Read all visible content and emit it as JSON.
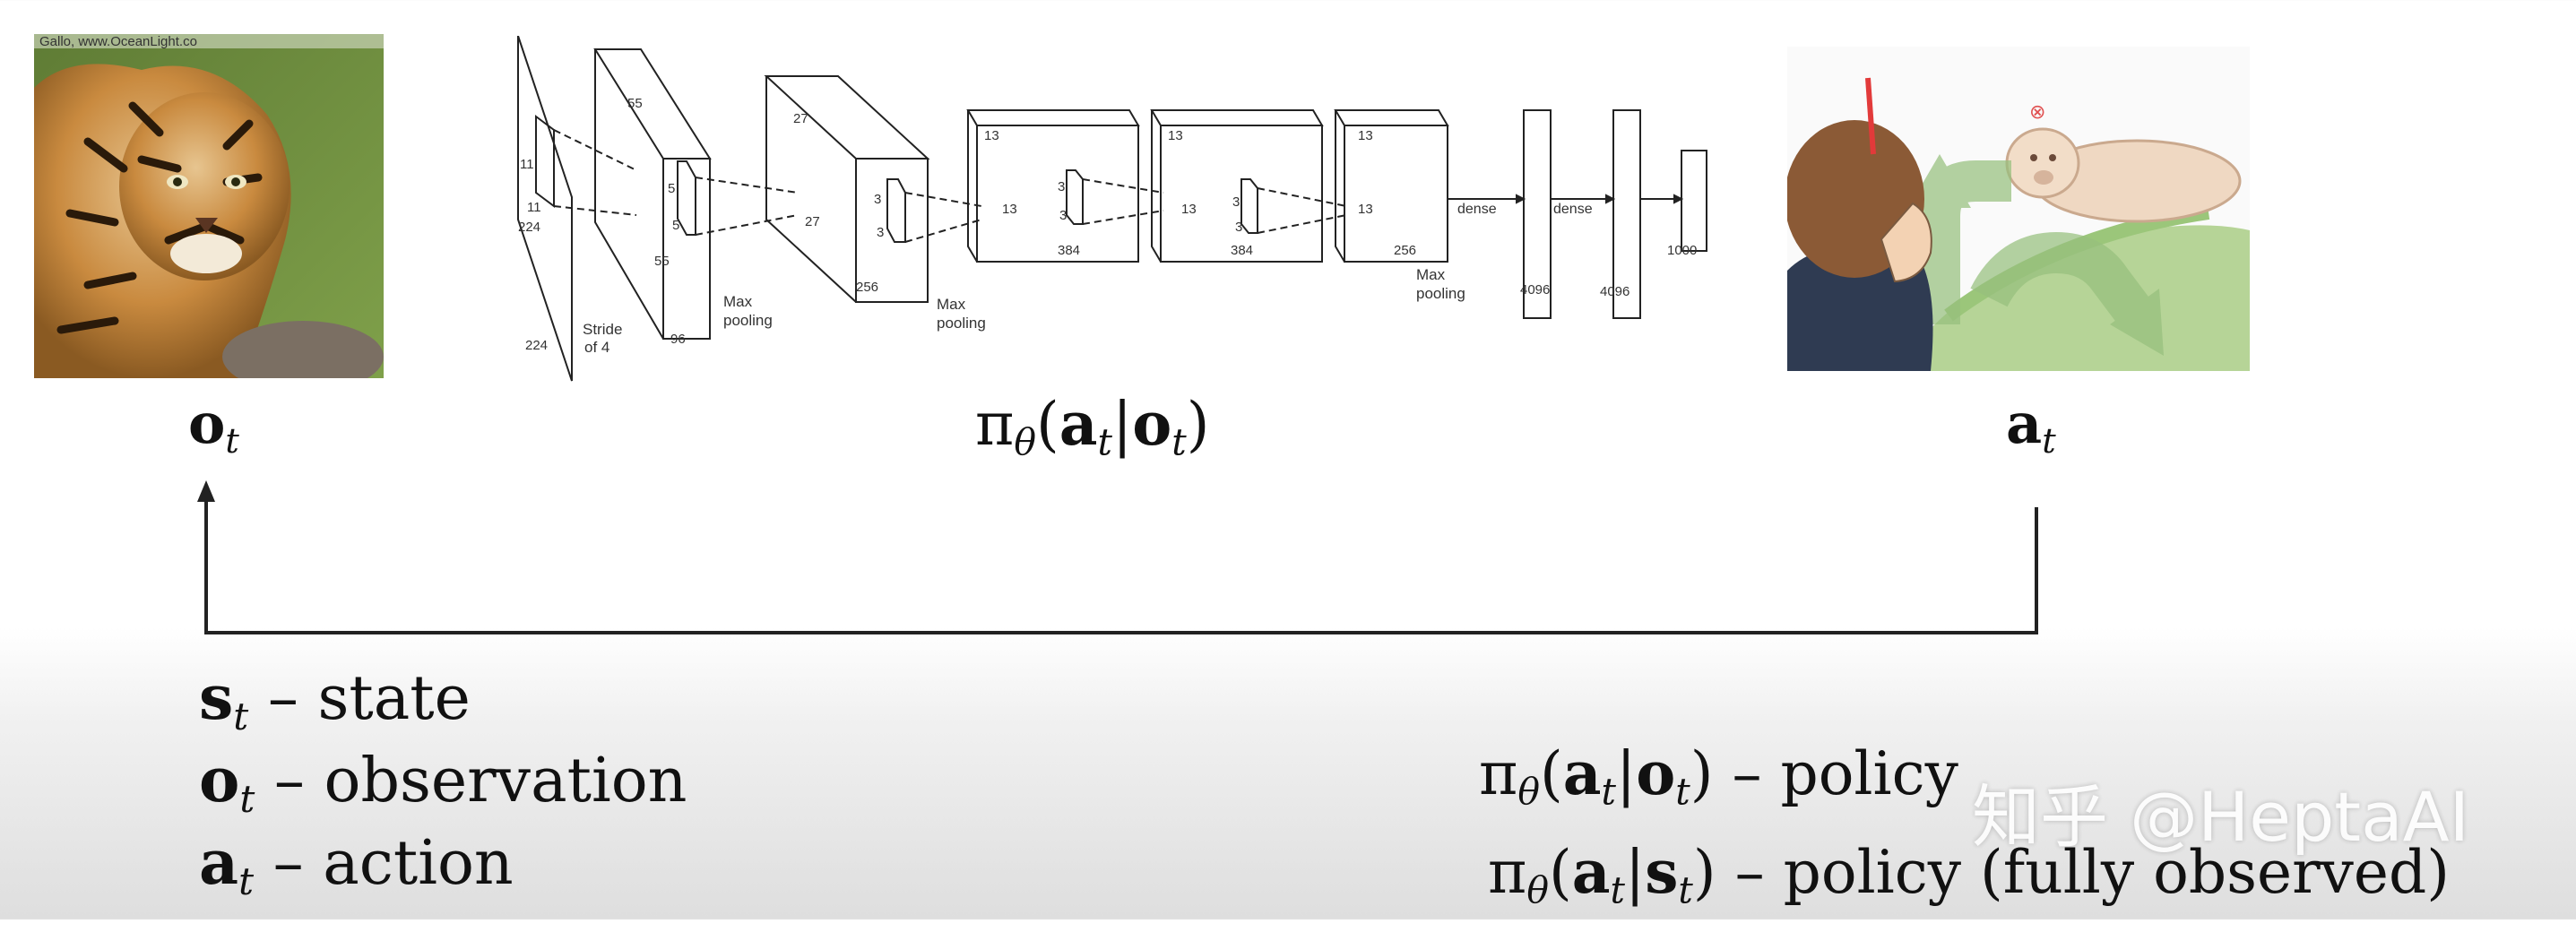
{
  "diagram": {
    "image_observation": {
      "caption_glyph": "o",
      "caption_sub": "t",
      "watermark_text": "Gallo, www.OceanLight.co"
    },
    "image_action": {
      "caption_glyph": "a",
      "caption_sub": "t"
    },
    "policy_caption": {
      "pi": "π",
      "theta": "θ",
      "paren_open": "(",
      "a": "a",
      "a_sub": "t",
      "bar": "|",
      "o": "o",
      "o_sub": "t",
      "paren_close": ")"
    },
    "network": {
      "labels": {
        "input_h": "224",
        "input_w": "224",
        "kernel1": "11",
        "kernel2": "11",
        "conv1_top": "55",
        "conv1_side": "55",
        "conv1_depth": "96",
        "k2a": "5",
        "k2b": "5",
        "stride": "Stride",
        "stride2": "of 4",
        "pool1a": "Max",
        "pool1b": "pooling",
        "conv2_top": "27",
        "conv2_side": "27",
        "conv2_depth": "256",
        "k3a": "3",
        "k3b": "3",
        "pool2a": "Max",
        "pool2b": "pooling",
        "conv3_top": "13",
        "conv3_side": "13",
        "conv3_depth": "384",
        "k4a": "3",
        "k4b": "3",
        "conv4_top": "13",
        "conv4_side": "13",
        "conv4_depth": "384",
        "k5a": "3",
        "k5b": "3",
        "conv5_top": "13",
        "conv5_side": "13",
        "conv5_depth": "256",
        "pool3a": "Max",
        "pool3b": "pooling",
        "dense1": "dense",
        "dense2": "dense",
        "fc1": "4096",
        "fc2": "4096",
        "fc3": "1000"
      }
    }
  },
  "legend_left": [
    {
      "glyph": "s",
      "sub": "t",
      "text": " – state"
    },
    {
      "glyph": "o",
      "sub": "t",
      "text": " – observation"
    },
    {
      "glyph": "a",
      "sub": "t",
      "text": " – action"
    }
  ],
  "legend_right": [
    {
      "a_sub": "t",
      "cond": "o",
      "cond_sub": "t",
      "text": " – policy"
    },
    {
      "a_sub": "t",
      "cond": "s",
      "cond_sub": "t",
      "text": " – policy (fully observed)"
    }
  ],
  "watermark": {
    "text": "知乎 @HeptaAI"
  }
}
